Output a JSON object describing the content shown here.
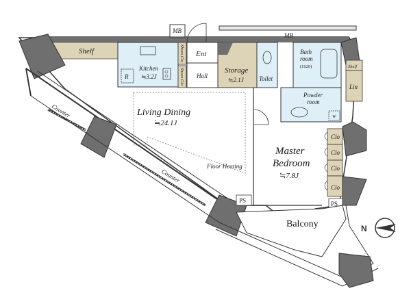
{
  "colors": {
    "wall": "#6f6f6f",
    "wall_dark": "#4a4a4a",
    "shelf": "#ddd3b6",
    "wet_area": "#dfeff8",
    "outline": "#333333"
  },
  "rooms": {
    "shelf_main": "Shelf",
    "mb_top": "MB",
    "mb_right": "MB",
    "kitchen": "Kitchen",
    "kitchen_area": "≒3.2J",
    "refrigerator": "R",
    "shoes_closet_1": "Shoes Clo",
    "shoes_closet_2": "Shoes Clo",
    "entrance": "Ent",
    "hall": "Hall",
    "storage": "Storage",
    "storage_area": "≒2.1J",
    "toilet": "Toilet",
    "bathroom": "Bath room",
    "bathroom_size": "(1620)",
    "shelf_side": "Shelf",
    "linen": "Lin",
    "powder_room": "Powder room",
    "washer": "W",
    "living_dining": "Living Dining",
    "living_dining_area": "≒24.1J",
    "floor_heating": "Floor Heating",
    "counter_1": "Counter",
    "counter_2": "Counter",
    "master_bedroom_1": "Master",
    "master_bedroom_2": "Bedroom",
    "master_bedroom_area": "≒7.8J",
    "closets": [
      "Clo",
      "Clo",
      "Clo",
      "Clo"
    ],
    "ps_1": "PS",
    "ps_2": "PS",
    "balcony": "Balcony"
  },
  "compass": {
    "label": "N",
    "icon": "north-arrow-icon",
    "points": "left"
  }
}
